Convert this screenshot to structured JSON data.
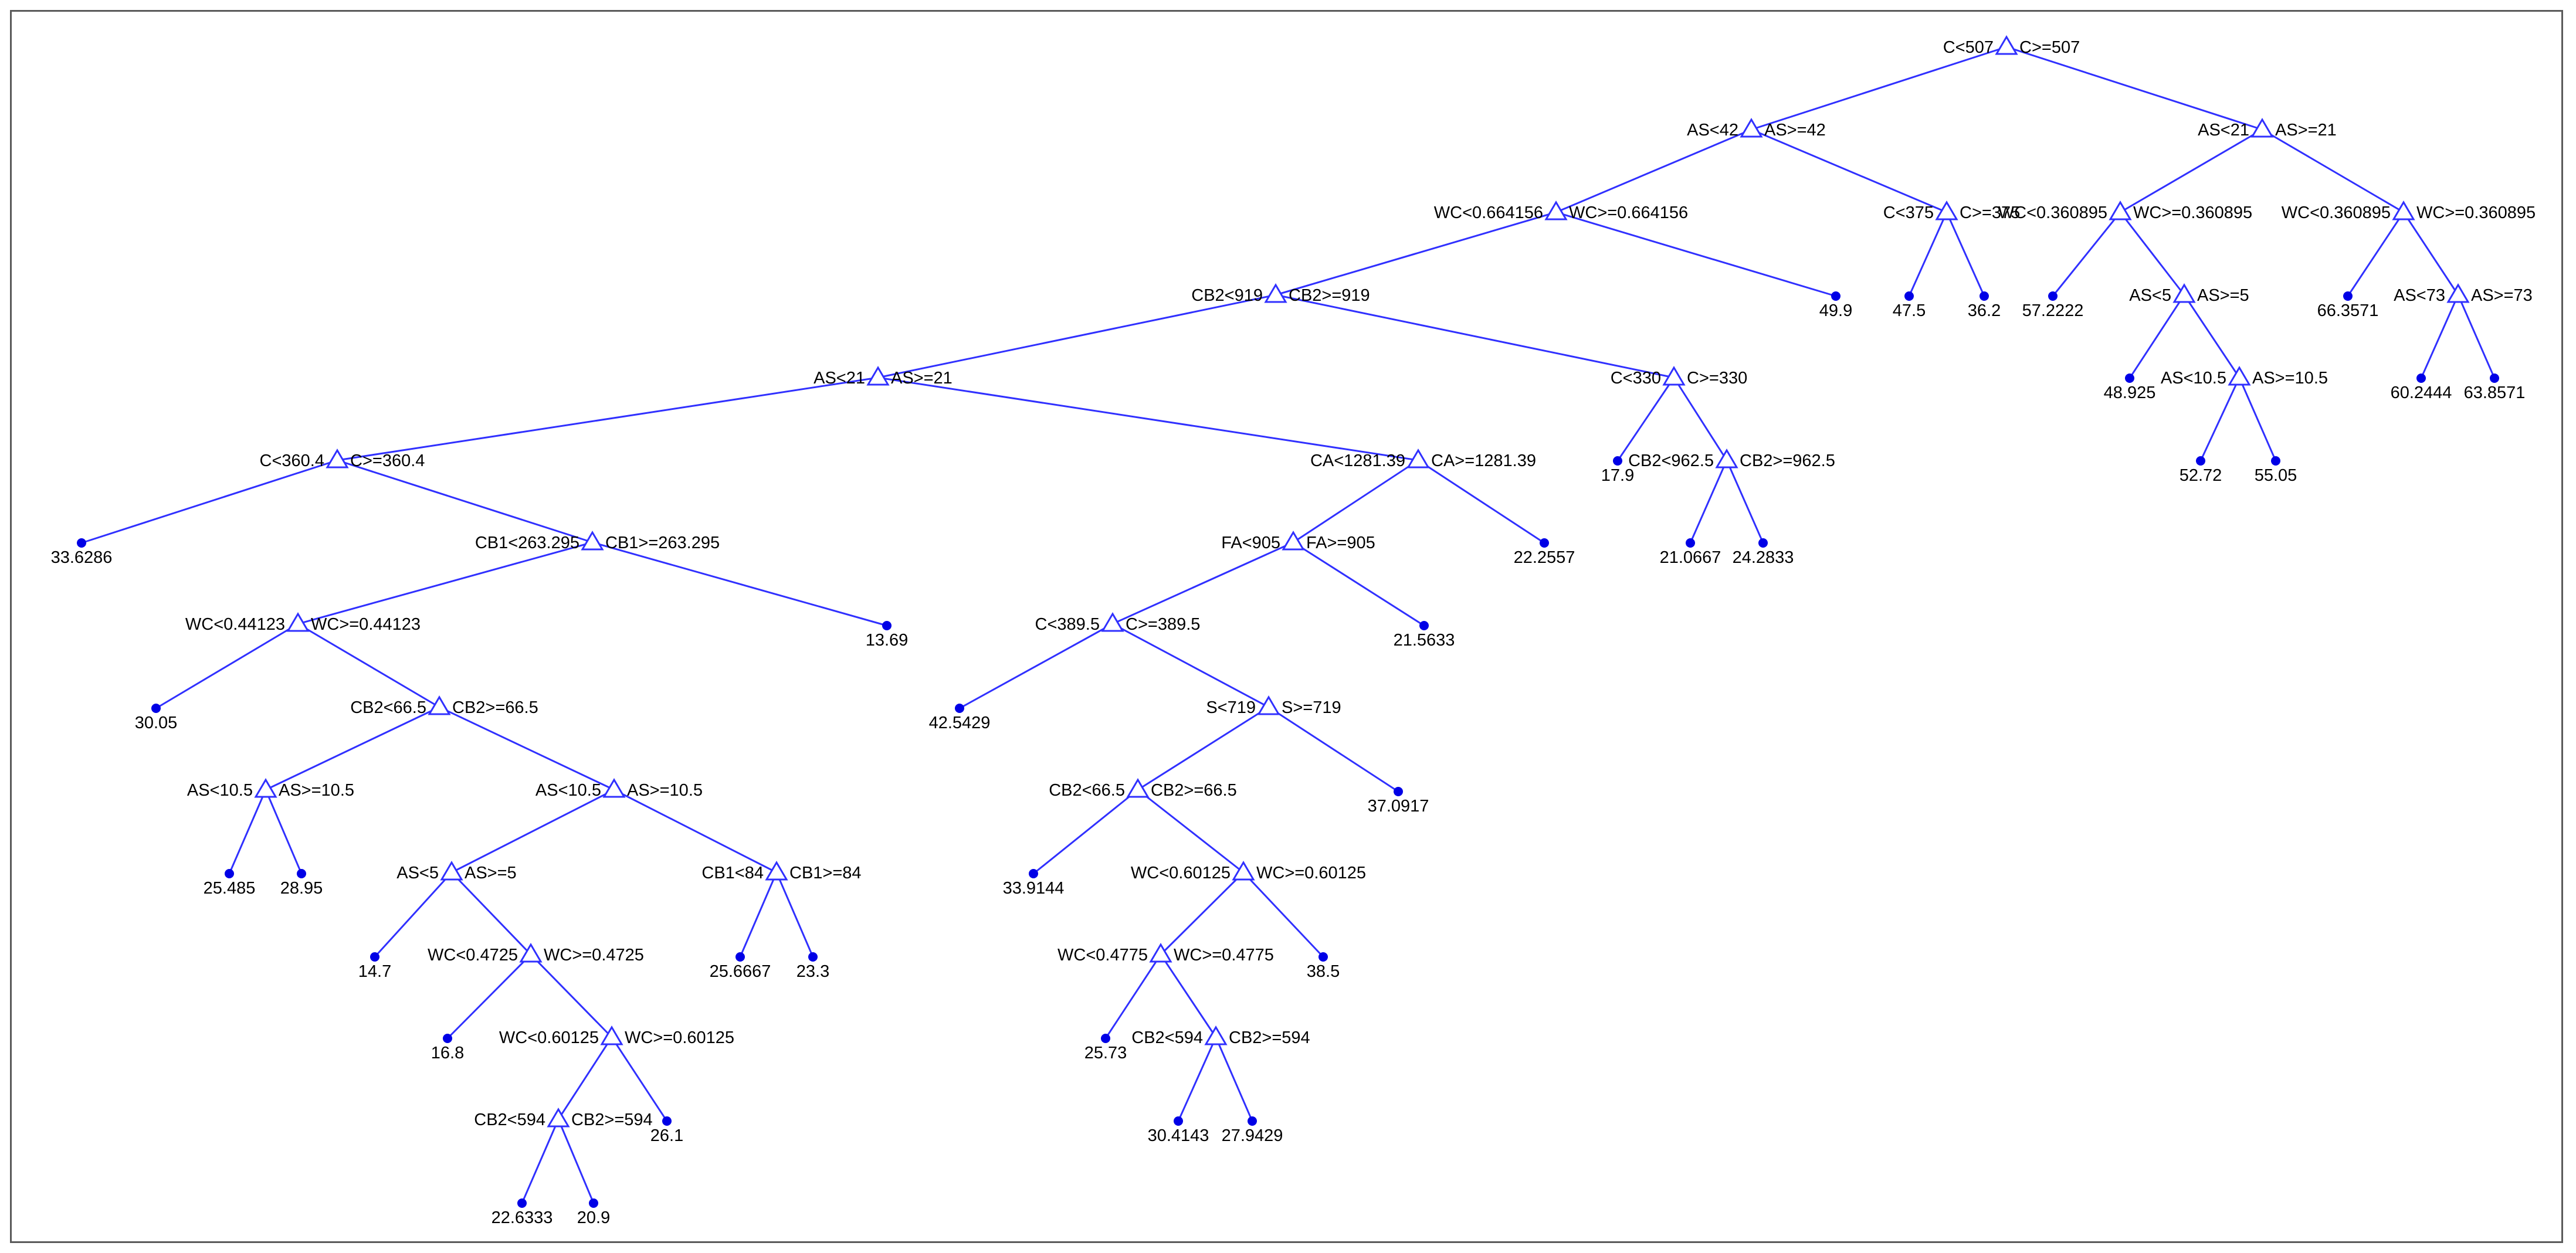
{
  "tree": {
    "colors": {
      "edge": "#3030ff",
      "leaf": "#0000e6",
      "text": "#000000",
      "frame": "#5a5a5a"
    },
    "nodes": [
      {
        "id": "n1",
        "left": "C<507",
        "right": "C>=507"
      },
      {
        "id": "n2",
        "left": "AS<42",
        "right": "AS>=42"
      },
      {
        "id": "n3",
        "left": "AS<21",
        "right": "AS>=21"
      },
      {
        "id": "n4",
        "left": "WC<0.664156",
        "right": "WC>=0.664156"
      },
      {
        "id": "n5",
        "left": "C<375",
        "right": "C>=375"
      },
      {
        "id": "n6",
        "left": "WC<0.360895",
        "right": "WC>=0.360895"
      },
      {
        "id": "n7",
        "left": "WC<0.360895",
        "right": "WC>=0.360895"
      },
      {
        "id": "n8",
        "left": "CB2<919",
        "right": "CB2>=919"
      },
      {
        "id": "n9",
        "left": "AS<5",
        "right": "AS>=5"
      },
      {
        "id": "n10",
        "left": "AS<73",
        "right": "AS>=73"
      },
      {
        "id": "n11",
        "left": "AS<21",
        "right": "AS>=21"
      },
      {
        "id": "n12",
        "left": "C<330",
        "right": "C>=330"
      },
      {
        "id": "n13",
        "left": "AS<10.5",
        "right": "AS>=10.5"
      },
      {
        "id": "n14",
        "left": "C<360.4",
        "right": "C>=360.4"
      },
      {
        "id": "n15",
        "left": "CA<1281.39",
        "right": "CA>=1281.39"
      },
      {
        "id": "n16",
        "left": "CB2<962.5",
        "right": "CB2>=962.5"
      },
      {
        "id": "n17",
        "left": "CB1<263.295",
        "right": "CB1>=263.295"
      },
      {
        "id": "n18",
        "left": "FA<905",
        "right": "FA>=905"
      },
      {
        "id": "n19",
        "left": "WC<0.44123",
        "right": "WC>=0.44123"
      },
      {
        "id": "n20",
        "left": "C<389.5",
        "right": "C>=389.5"
      },
      {
        "id": "n21",
        "left": "CB2<66.5",
        "right": "CB2>=66.5"
      },
      {
        "id": "n22",
        "left": "S<719",
        "right": "S>=719"
      },
      {
        "id": "n23",
        "left": "AS<10.5",
        "right": "AS>=10.5"
      },
      {
        "id": "n24",
        "left": "AS<10.5",
        "right": "AS>=10.5"
      },
      {
        "id": "n25",
        "left": "CB2<66.5",
        "right": "CB2>=66.5"
      },
      {
        "id": "n26",
        "left": "AS<5",
        "right": "AS>=5"
      },
      {
        "id": "n27",
        "left": "CB1<84",
        "right": "CB1>=84"
      },
      {
        "id": "n28",
        "left": "WC<0.60125",
        "right": "WC>=0.60125"
      },
      {
        "id": "n29",
        "left": "WC<0.4725",
        "right": "WC>=0.4725"
      },
      {
        "id": "n30",
        "left": "WC<0.4775",
        "right": "WC>=0.4775"
      },
      {
        "id": "n31",
        "left": "WC<0.60125",
        "right": "WC>=0.60125"
      },
      {
        "id": "n32",
        "left": "CB2<594",
        "right": "CB2>=594"
      },
      {
        "id": "n33",
        "left": "CB2<594",
        "right": "CB2>=594"
      }
    ],
    "leaves": [
      {
        "id": "l1",
        "value": "49.9"
      },
      {
        "id": "l2",
        "value": "47.5"
      },
      {
        "id": "l3",
        "value": "36.2"
      },
      {
        "id": "l4",
        "value": "57.2222"
      },
      {
        "id": "l5",
        "value": "66.3571"
      },
      {
        "id": "l6",
        "value": "48.925"
      },
      {
        "id": "l7",
        "value": "60.2444"
      },
      {
        "id": "l8",
        "value": "63.8571"
      },
      {
        "id": "l9",
        "value": "52.72"
      },
      {
        "id": "l10",
        "value": "55.05"
      },
      {
        "id": "l11",
        "value": "17.9"
      },
      {
        "id": "l12",
        "value": "33.6286"
      },
      {
        "id": "l13",
        "value": "22.2557"
      },
      {
        "id": "l14",
        "value": "21.0667"
      },
      {
        "id": "l15",
        "value": "24.2833"
      },
      {
        "id": "l16",
        "value": "13.69"
      },
      {
        "id": "l17",
        "value": "21.5633"
      },
      {
        "id": "l18",
        "value": "30.05"
      },
      {
        "id": "l19",
        "value": "42.5429"
      },
      {
        "id": "l20",
        "value": "37.0917"
      },
      {
        "id": "l21",
        "value": "25.485"
      },
      {
        "id": "l22",
        "value": "28.95"
      },
      {
        "id": "l23",
        "value": "33.9144"
      },
      {
        "id": "l24",
        "value": "14.7"
      },
      {
        "id": "l25",
        "value": "25.6667"
      },
      {
        "id": "l26",
        "value": "23.3"
      },
      {
        "id": "l27",
        "value": "38.5"
      },
      {
        "id": "l28",
        "value": "16.8"
      },
      {
        "id": "l29",
        "value": "25.73"
      },
      {
        "id": "l30",
        "value": "26.1"
      },
      {
        "id": "l31",
        "value": "30.4143"
      },
      {
        "id": "l32",
        "value": "27.9429"
      },
      {
        "id": "l33",
        "value": "22.6333"
      },
      {
        "id": "l34",
        "value": "20.9"
      }
    ]
  }
}
